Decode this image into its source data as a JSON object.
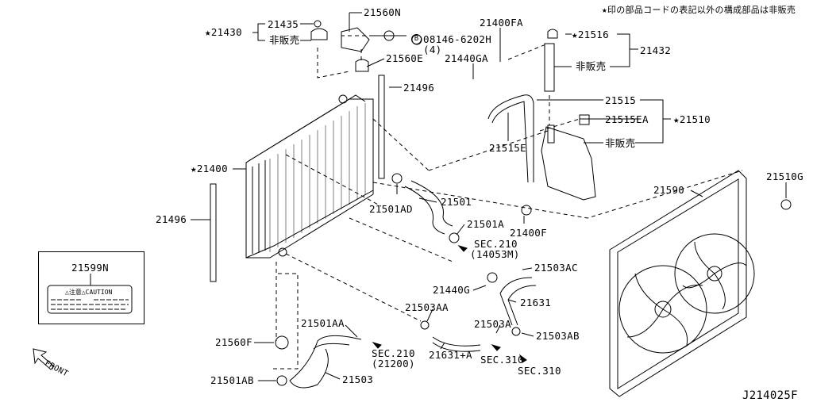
{
  "diagram": {
    "note": "★印の部品コードの表記以外の構成部品は非販売",
    "drawing_id": "J214025F",
    "front_label": "FRONT",
    "labels": {
      "p21430": "★21430",
      "p21435": "21435",
      "not_sold_1": "非販売",
      "p21560N": "21560N",
      "bolt": "08146-6202H",
      "bolt_qty": "(4)",
      "bolt_badge": "B",
      "p21560E": "21560E",
      "p21496_top": "21496",
      "p21400FA": "21400FA",
      "p21516": "★21516",
      "p21432": "21432",
      "not_sold_2": "非販売",
      "p21440GA": "21440GA",
      "p21515": "21515",
      "p21515EA": "21515EA",
      "p21510": "★21510",
      "not_sold_3": "非販売",
      "p21515E": "21515E",
      "p21400": "★21400",
      "p21496_left": "21496",
      "p21501": "21501",
      "p21501AD": "21501AD",
      "p21501A": "21501A",
      "sec210_a": "SEC.210",
      "sec210_a_ref": "(14053M)",
      "p21590": "21590",
      "p21510G": "21510G",
      "p21400F": "21400F",
      "p21599N": "21599N",
      "caution_text": "△注意△CAUTION",
      "p21503AC": "21503AC",
      "p21440G": "21440G",
      "p21631": "21631",
      "p21503AA": "21503AA",
      "p21501AA": "21501AA",
      "p21503A": "21503A",
      "p21503AB": "21503AB",
      "p21560F": "21560F",
      "sec210_b": "SEC.210",
      "sec210_b_ref": "(21200)",
      "p21631A": "21631+A",
      "sec310_a": "SEC.310",
      "sec310_b": "SEC.310",
      "p21501AB": "21501AB",
      "p21503": "21503"
    }
  }
}
